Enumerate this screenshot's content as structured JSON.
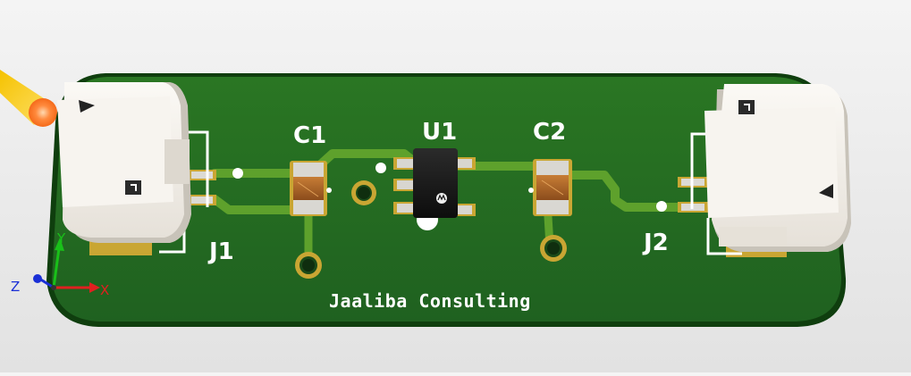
{
  "board": {
    "company_label": "Jaaliba Consulting",
    "colors": {
      "soldermask": "#23691f",
      "soldermask_edge": "#0f3e0e",
      "trace": "#5ea12c",
      "pad": "#c9a633",
      "silkscreen": "#ffffff",
      "connector_body": "#f1ede7"
    }
  },
  "components": {
    "j1": {
      "designator": "J1",
      "type": "connector"
    },
    "j2": {
      "designator": "J2",
      "type": "connector"
    },
    "c1": {
      "designator": "C1",
      "type": "capacitor"
    },
    "c2": {
      "designator": "C2",
      "type": "capacitor"
    },
    "u1": {
      "designator": "U1",
      "type": "ic"
    }
  },
  "axes": {
    "x_label": "X",
    "y_label": "Y",
    "z_label": "Z",
    "x_color": "#e02020",
    "y_color": "#19c019",
    "z_color": "#1a2fd6"
  },
  "light": {
    "icon": "light-source-icon",
    "color": "#ff8a3d"
  }
}
